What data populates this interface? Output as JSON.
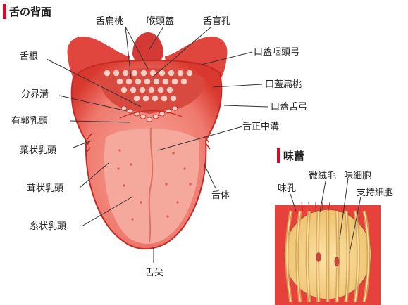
{
  "tongue_section": {
    "title": "舌の背面",
    "labels": {
      "tonsil": "舌扁桃",
      "epiglottis": "喉頭蓋",
      "foramen_cecum": "舌盲孔",
      "root": "舌根",
      "palatopharyngeal_arch": "口蓋咽頭弓",
      "palatine_tonsil": "口蓋扁桃",
      "sulcus_terminalis": "分界溝",
      "palatoglossal_arch": "口蓋舌弓",
      "circumvallate_papillae": "有郭乳頭",
      "median_sulcus": "舌正中溝",
      "foliate_papillae": "葉状乳頭",
      "fungiform_papillae": "茸状乳頭",
      "body": "舌体",
      "filiform_papillae": "糸状乳頭",
      "apex": "舌尖"
    }
  },
  "taste_bud_section": {
    "title": "味蕾",
    "labels": {
      "taste_pore": "味孔",
      "microvilli": "微絨毛",
      "taste_cell": "味細胞",
      "supporting_cell": "支持細胞"
    }
  },
  "colors": {
    "accent": "#c8102e",
    "tongue_outer": "#e8453c",
    "tongue_inner": "#f08a80",
    "papilla": "#f6cfc4",
    "bud_cell": "#f2d58c",
    "leader_line": "#333333"
  }
}
